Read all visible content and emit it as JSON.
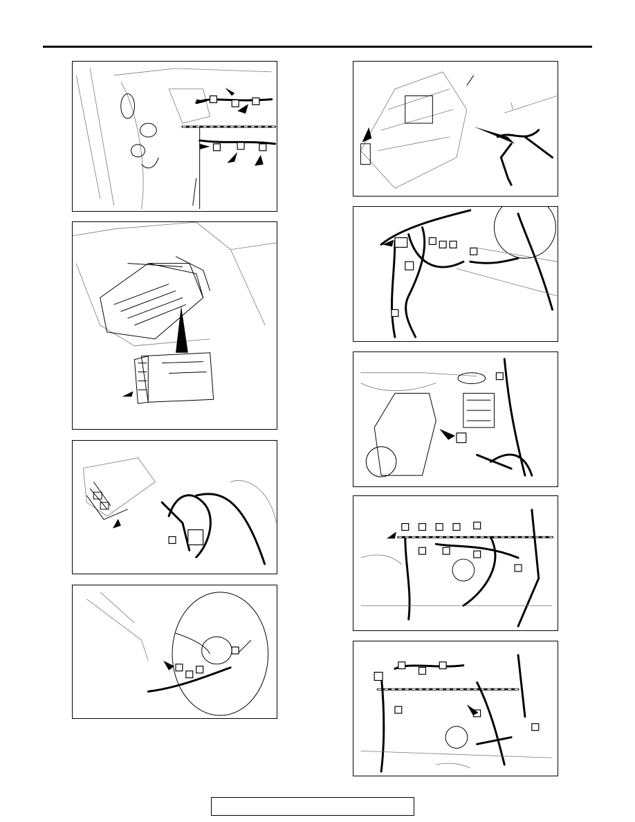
{
  "page": {
    "footer_text": ""
  },
  "figures": [
    {
      "id": "L1",
      "icon": "engine-harness-connectors-illustration"
    },
    {
      "id": "L2",
      "icon": "engine-control-module-illustration"
    },
    {
      "id": "L3",
      "icon": "junction-block-illustration"
    },
    {
      "id": "L4",
      "icon": "steering-column-harness-illustration"
    },
    {
      "id": "R1",
      "icon": "junction-block-dash-illustration"
    },
    {
      "id": "R2",
      "icon": "instrument-panel-harness-illustration"
    },
    {
      "id": "R3",
      "icon": "engine-compartment-connector-illustration"
    },
    {
      "id": "R4",
      "icon": "engine-harness-overview-illustration"
    },
    {
      "id": "R5",
      "icon": "engine-harness-overview-2-illustration"
    }
  ]
}
